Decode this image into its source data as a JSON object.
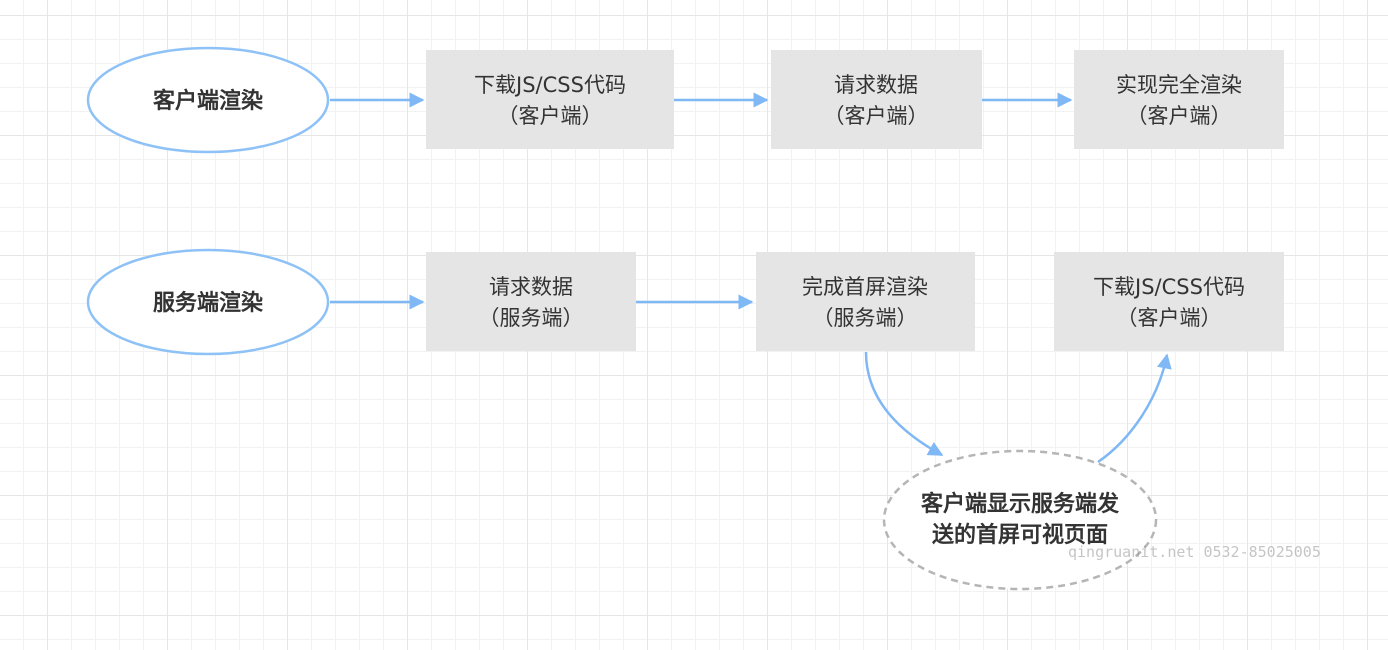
{
  "colors": {
    "arrow": "#7fb8f5",
    "ellipse_stroke": "#8ec2f7",
    "box_fill": "#e5e5e5",
    "dashed_stroke": "#b5b5b5",
    "text": "#333333"
  },
  "row1": {
    "start": "客户端渲染",
    "box1": {
      "line1": "下载JS/CSS代码",
      "line2": "（客户端）"
    },
    "box2": {
      "line1": "请求数据",
      "line2": "（客户端）"
    },
    "box3": {
      "line1": "实现完全渲染",
      "line2": "（客户端）"
    }
  },
  "row2": {
    "start": "服务端渲染",
    "box1": {
      "line1": "请求数据",
      "line2": "（服务端）"
    },
    "box2": {
      "line1": "完成首屏渲染",
      "line2": "（服务端）"
    },
    "box3": {
      "line1": "下载JS/CSS代码",
      "line2": "（客户端）"
    }
  },
  "bottom_node": {
    "line1": "客户端显示服务端发",
    "line2": "送的首屏可视页面"
  },
  "watermark": "qingruanit.net 0532-85025005"
}
